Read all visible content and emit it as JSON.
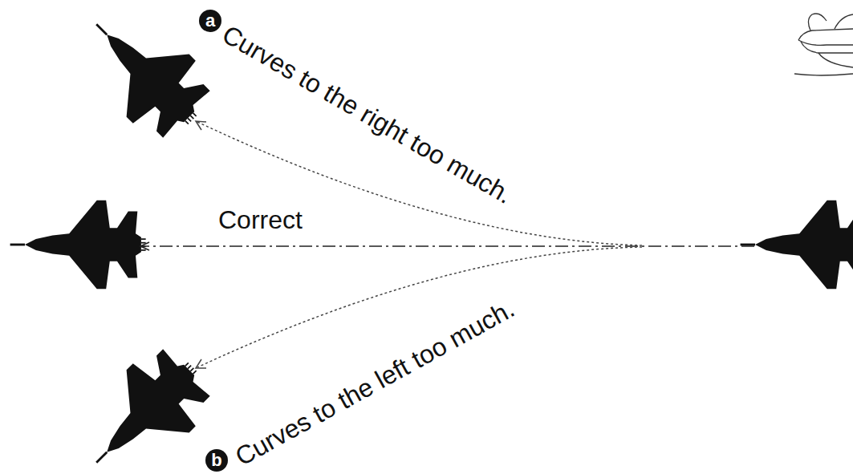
{
  "diagram": {
    "labels": [
      "a",
      "Curves to the right too much.",
      "Correct",
      "Curves to the left too much.",
      "b"
    ]
  }
}
